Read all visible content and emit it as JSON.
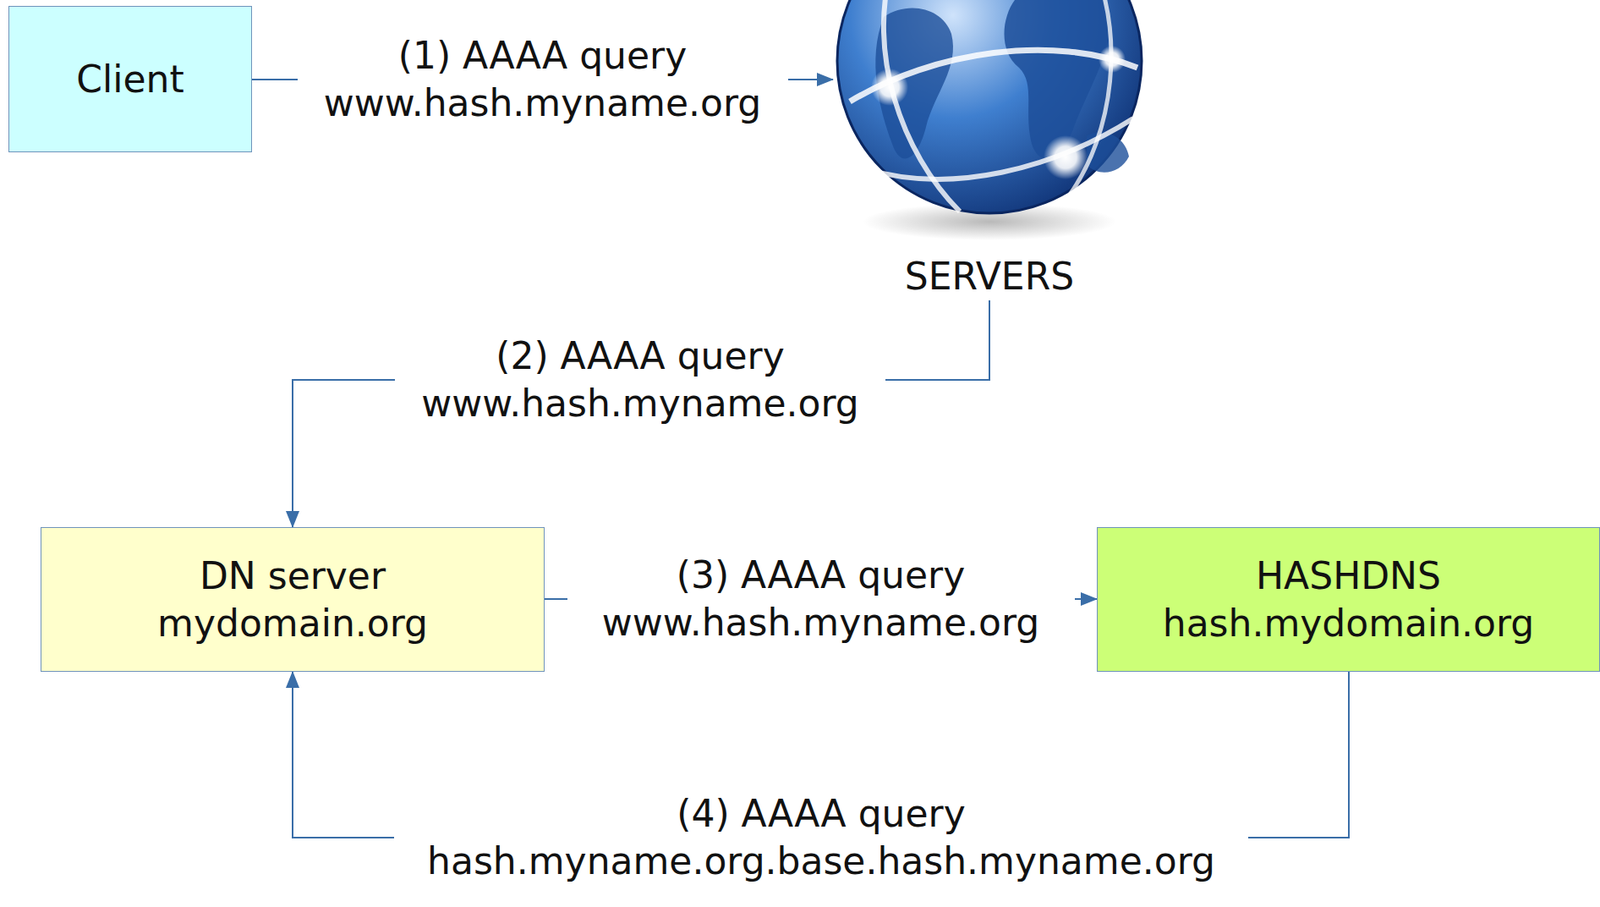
{
  "diagram": {
    "nodes": [
      {
        "text": [
          "Client"
        ]
      },
      {
        "text": [
          "SERVERS"
        ]
      },
      {
        "text": [
          "DN server",
          "mydomain.org"
        ]
      },
      {
        "text": [
          "HASHDNS",
          "hash.mydomain.org"
        ]
      }
    ],
    "edges": [
      {
        "from": 0,
        "to": 1,
        "arrow": "to",
        "label": "(1) AAAA query www.hash.myname.org"
      },
      {
        "from": 1,
        "to": 2,
        "arrow": "to",
        "label": "(2) AAAA query www.hash.myname.org"
      },
      {
        "from": 2,
        "to": 3,
        "arrow": "to",
        "label": "(3) AAAA query www.hash.myname.org"
      },
      {
        "from": 3,
        "to": 2,
        "arrow": "to",
        "label": "(4) AAAA query hash.myname.org.base.hash.myname.org"
      }
    ]
  }
}
